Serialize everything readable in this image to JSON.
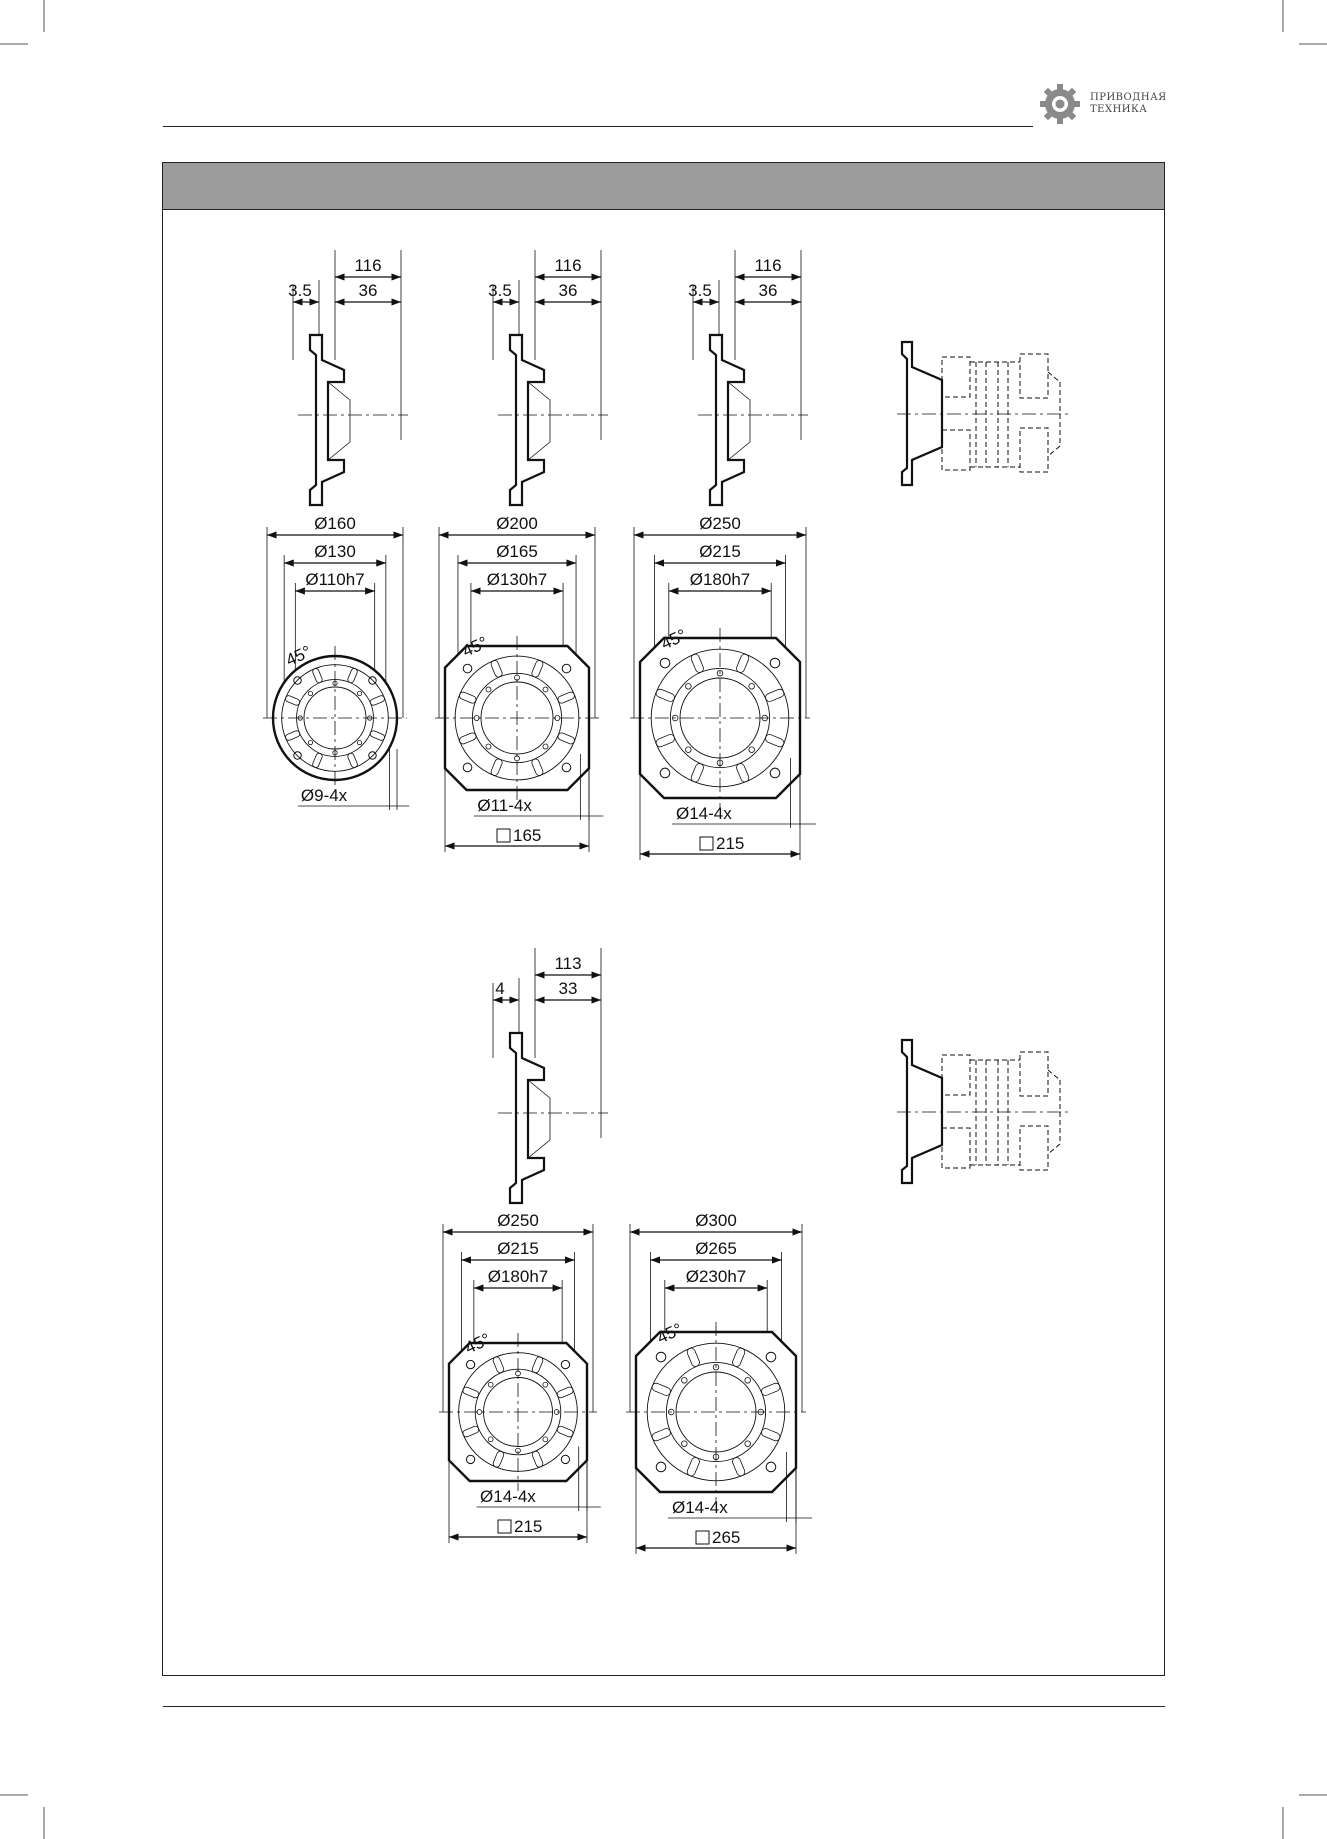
{
  "brand": {
    "logo_line1": "ПРИВОДНАЯ",
    "logo_line2": "ТЕХНИКА",
    "logo_color": "#888888"
  },
  "header_band_color": "#9c9c9c",
  "drawing_set_1": {
    "side_views": [
      {
        "overall": "116",
        "offset": "3.5",
        "depth": "36"
      },
      {
        "overall": "116",
        "offset": "3.5",
        "depth": "36"
      },
      {
        "overall": "116",
        "offset": "3.5",
        "depth": "36"
      }
    ],
    "front_views": [
      {
        "d_outer": "Ø160",
        "d_bolt": "Ø130",
        "d_pilot": "Ø110h7",
        "angle": "45°",
        "holes": "Ø9-4x",
        "square": ""
      },
      {
        "d_outer": "Ø200",
        "d_bolt": "Ø165",
        "d_pilot": "Ø130h7",
        "angle": "45°",
        "holes": "Ø11-4x",
        "square": "165"
      },
      {
        "d_outer": "Ø250",
        "d_bolt": "Ø215",
        "d_pilot": "Ø180h7",
        "angle": "45°",
        "holes": "Ø14-4x",
        "square": "215"
      }
    ]
  },
  "drawing_set_2": {
    "side_views": [
      {
        "overall": "113",
        "offset": "4",
        "depth": "33"
      }
    ],
    "front_views": [
      {
        "d_outer": "Ø250",
        "d_bolt": "Ø215",
        "d_pilot": "Ø180h7",
        "angle": "45°",
        "holes": "Ø14-4x",
        "square": "215"
      },
      {
        "d_outer": "Ø300",
        "d_bolt": "Ø265",
        "d_pilot": "Ø230h7",
        "angle": "45°",
        "holes": "Ø14-4x",
        "square": "265"
      }
    ]
  }
}
